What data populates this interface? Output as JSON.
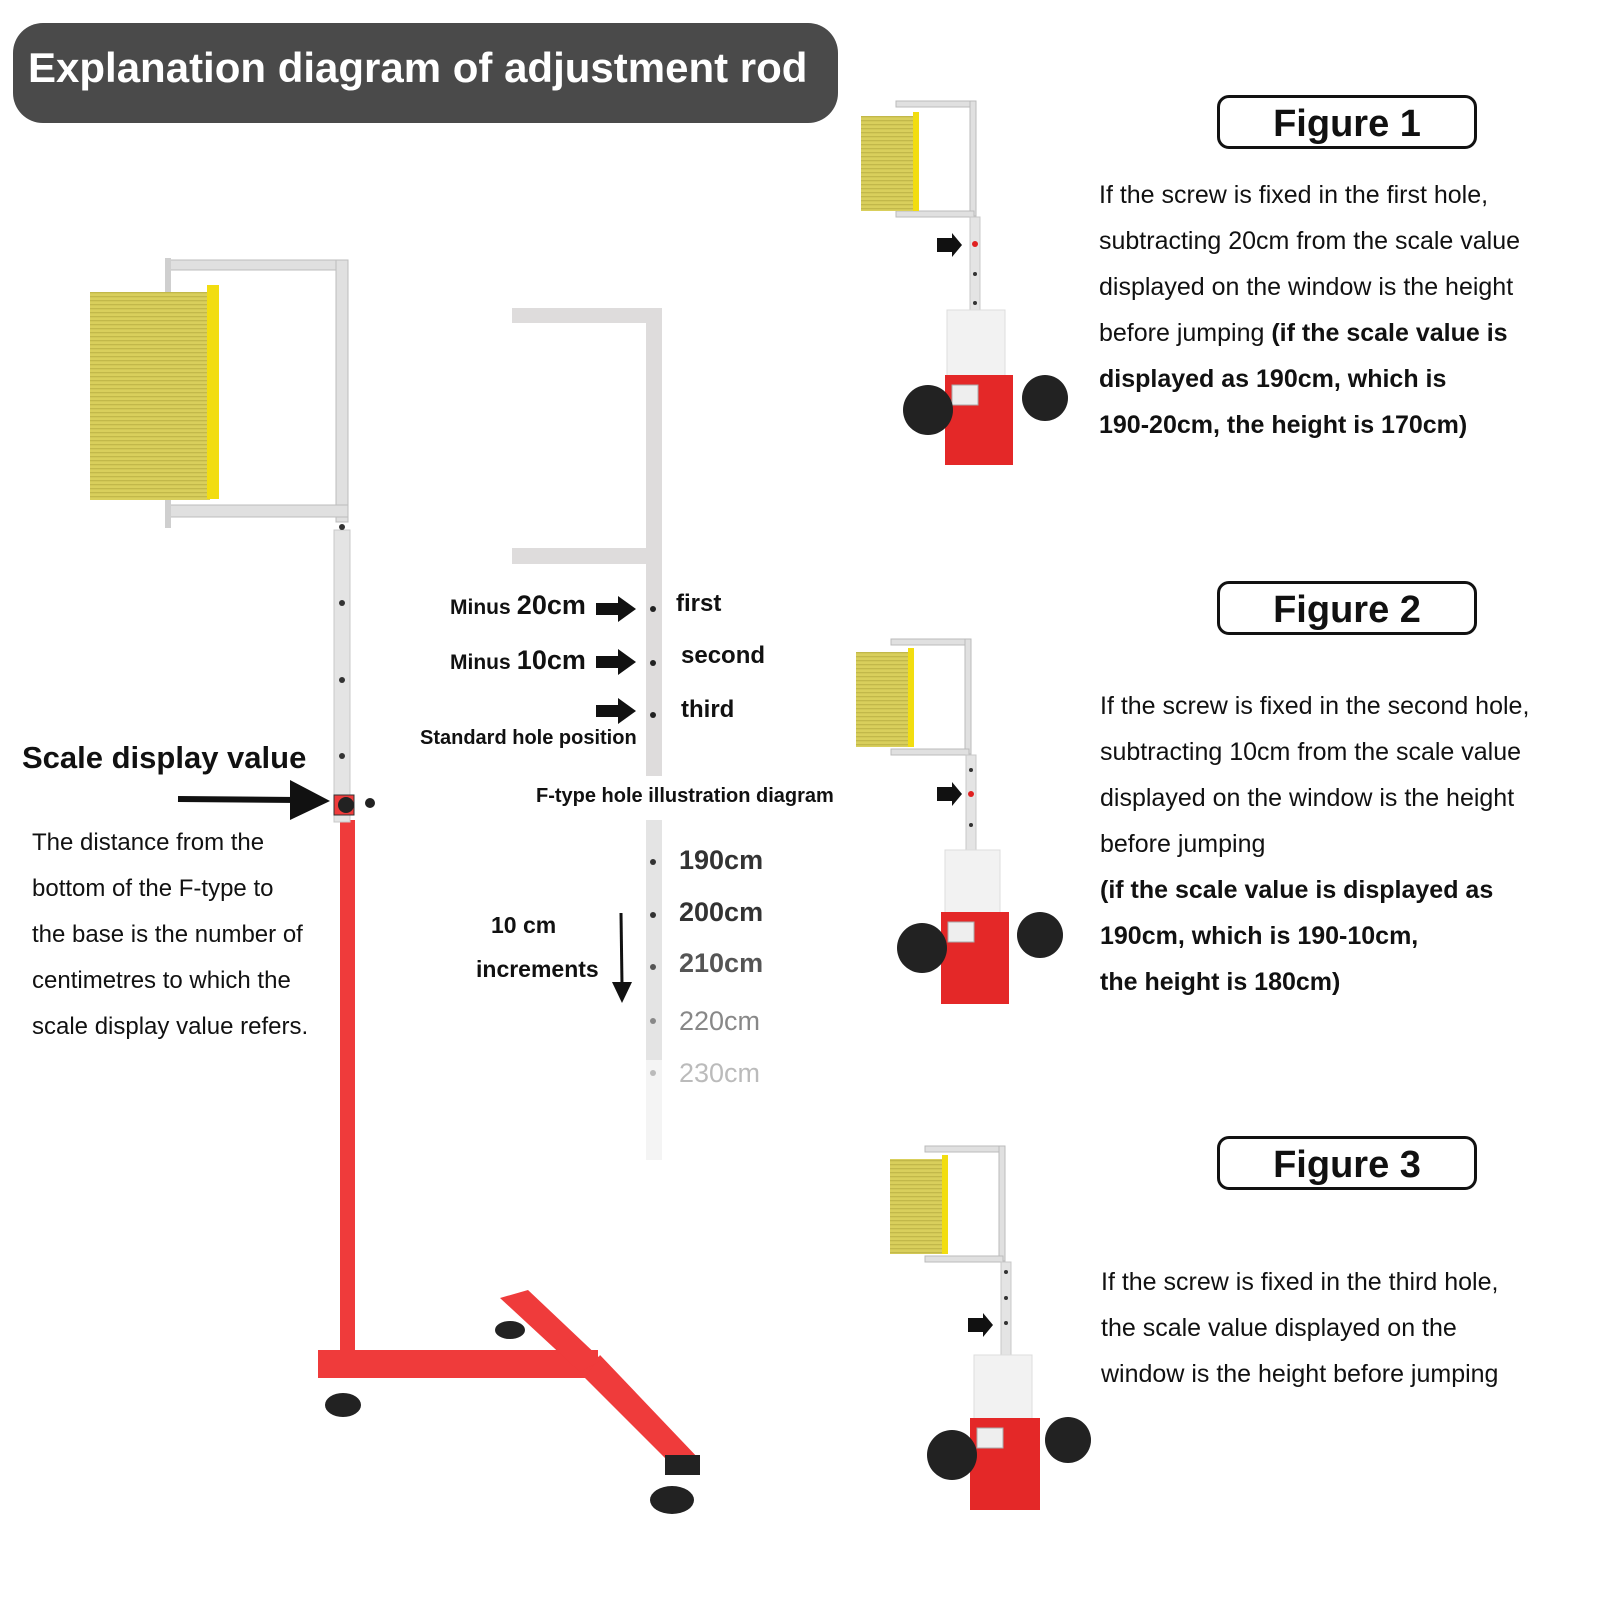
{
  "title": "Explanation diagram of adjustment rod",
  "left": {
    "scale_display_heading": "Scale display value",
    "distance_note_lines": [
      "The distance from the",
      "bottom of the F-type to",
      "the base is the number of",
      "centimetres to which the",
      "scale display value refers."
    ]
  },
  "center": {
    "holes": [
      {
        "minus_word": "Minus",
        "minus_value": "20cm",
        "name": "first"
      },
      {
        "minus_word": "Minus",
        "minus_value": "10cm",
        "name": "second"
      },
      {
        "minus_word": "",
        "minus_value": "",
        "name": "third"
      }
    ],
    "standard_hole_label": "Standard hole position",
    "caption": "F-type hole illustration diagram",
    "increment_label_1": "10 cm",
    "increment_label_2": "increments",
    "scale_values": [
      "190cm",
      "200cm",
      "210cm",
      "220cm",
      "230cm"
    ]
  },
  "figures": [
    {
      "label": "Figure 1",
      "lines_plain": [
        "If the screw is fixed in the first hole,",
        "subtracting 20cm from the scale value",
        "displayed on the window is the height",
        "before jumping "
      ],
      "line4_bold": "(if the scale value is",
      "lines_bold": [
        "displayed as 190cm, which is",
        "190-20cm, the height is 170cm)"
      ]
    },
    {
      "label": "Figure 2",
      "lines_plain": [
        "If the screw is fixed in the second hole,",
        "subtracting 10cm from the scale value",
        "displayed on the window is the height",
        "before jumping"
      ],
      "lines_bold": [
        "(if the scale value is displayed as",
        "190cm, which is 190-10cm,",
        "the height is 180cm)"
      ]
    },
    {
      "label": "Figure 3",
      "lines_plain": [
        "If the screw is fixed in the third hole,",
        "the scale value displayed on the",
        "window is the height before jumping"
      ]
    }
  ],
  "colors": {
    "banner": "#4a4a4a",
    "frame_red": "#ef3b3b",
    "sign_yellow": "#d6cb55",
    "rod_gray": "#dcdcdc"
  }
}
